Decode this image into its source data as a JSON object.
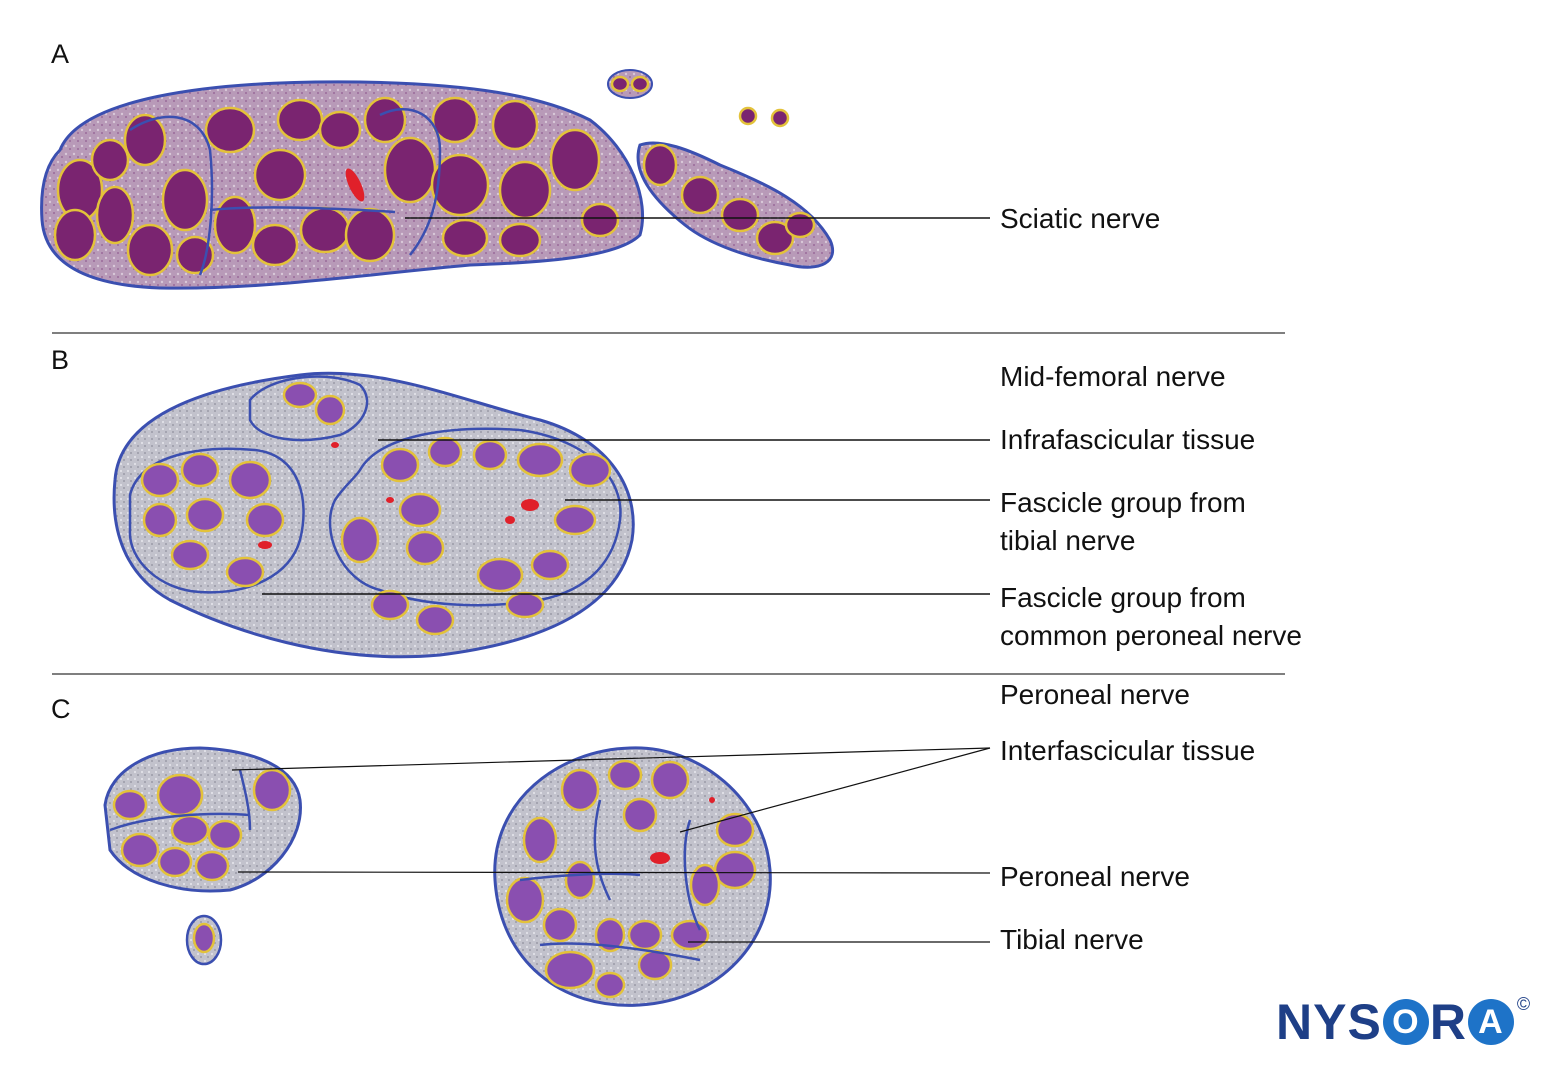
{
  "panels": [
    {
      "letter": "A",
      "labels": [
        "Sciatic nerve"
      ]
    },
    {
      "letter": "B",
      "labels": [
        "Mid-femoral nerve",
        "Infrafascicular tissue",
        "Fascicle group from",
        "tibial nerve",
        "Fascicle group from",
        "common peroneal nerve"
      ]
    },
    {
      "letter": "C",
      "labels": [
        "Peroneal nerve",
        "Interfascicular tissue",
        "Peroneal nerve",
        "Tibial nerve"
      ]
    }
  ],
  "logo": {
    "text_a": "NYS",
    "ring_1": "O",
    "text_b": "R",
    "ring_2": "A",
    "copyright": "©"
  },
  "colors": {
    "epineurium_blue": "#3b4fb0",
    "perineurium_yellow": "#e3c23a",
    "fascicle_purple": "#7a2470",
    "fascicle_violet": "#8a4fb0",
    "connective_grey": "#c8c8d0",
    "vessel_red": "#e0202a",
    "logo_navy": "#1e3f87",
    "logo_blue": "#1e73c8"
  }
}
